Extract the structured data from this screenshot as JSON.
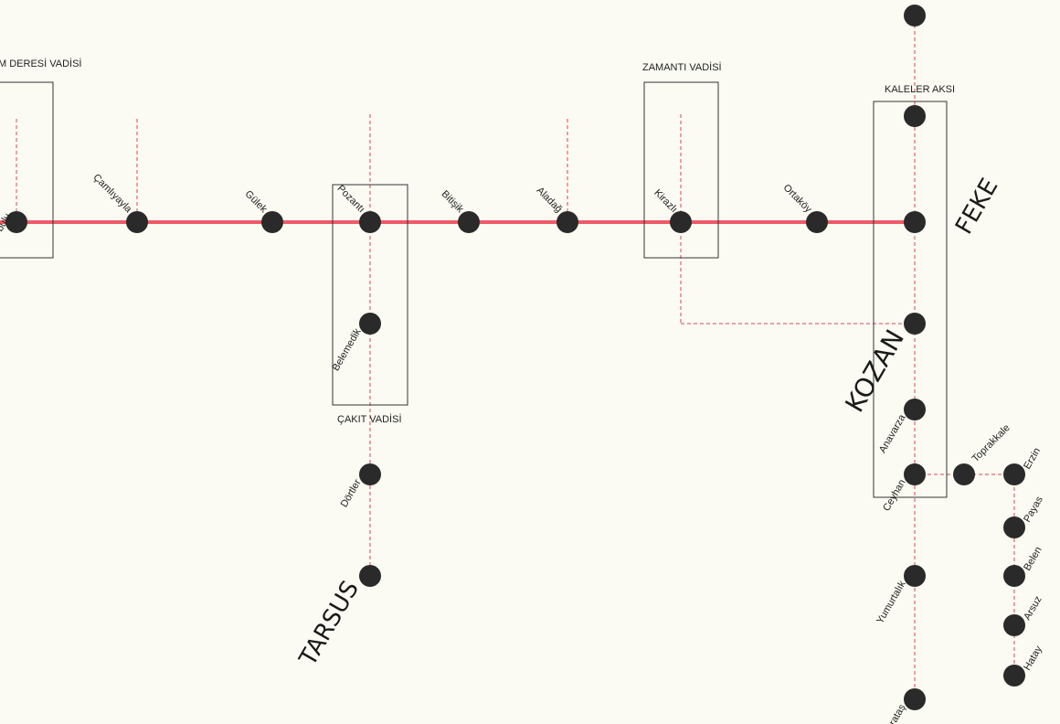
{
  "colors": {
    "background": "#fbfbf3",
    "main_line": "#ee5a67",
    "dashed_line": "#e04050",
    "station": "#2a2a2a",
    "box_stroke": "#333333",
    "text": "#222222"
  },
  "boxes": {
    "left_valley": "M DERESİ VADİSİ",
    "zamanti": "ZAMANTI VADİSİ",
    "kaleler": "KALELER AKSI",
    "cakit": "ÇAKIT VADİSİ"
  },
  "stations": {
    "left_edge": "bulu",
    "camliyayla": "Çamlıyayla",
    "gulek": "Gülek",
    "pozanti": "Pozantı",
    "bitisik": "Bitişik",
    "aladag": "Aladağ",
    "kirazli": "Kirazlı",
    "ortakoy": "Ortaköy",
    "belemedik": "Belemedik",
    "dortler": "Dörtler",
    "anavarza": "Anavarza",
    "ceyhan": "Ceyhan",
    "toprakkale": "Toprakkale",
    "erzin": "Erzin",
    "payas": "Payas",
    "belen": "Belen",
    "arsuz": "Arsuz",
    "hatay": "Hatay",
    "yumurtalik": "Yumurtalık",
    "karatas": "Karataş"
  },
  "cities": {
    "tarsus": "TARSUS",
    "feke": "FEKE",
    "kozan": "KOZAN"
  }
}
